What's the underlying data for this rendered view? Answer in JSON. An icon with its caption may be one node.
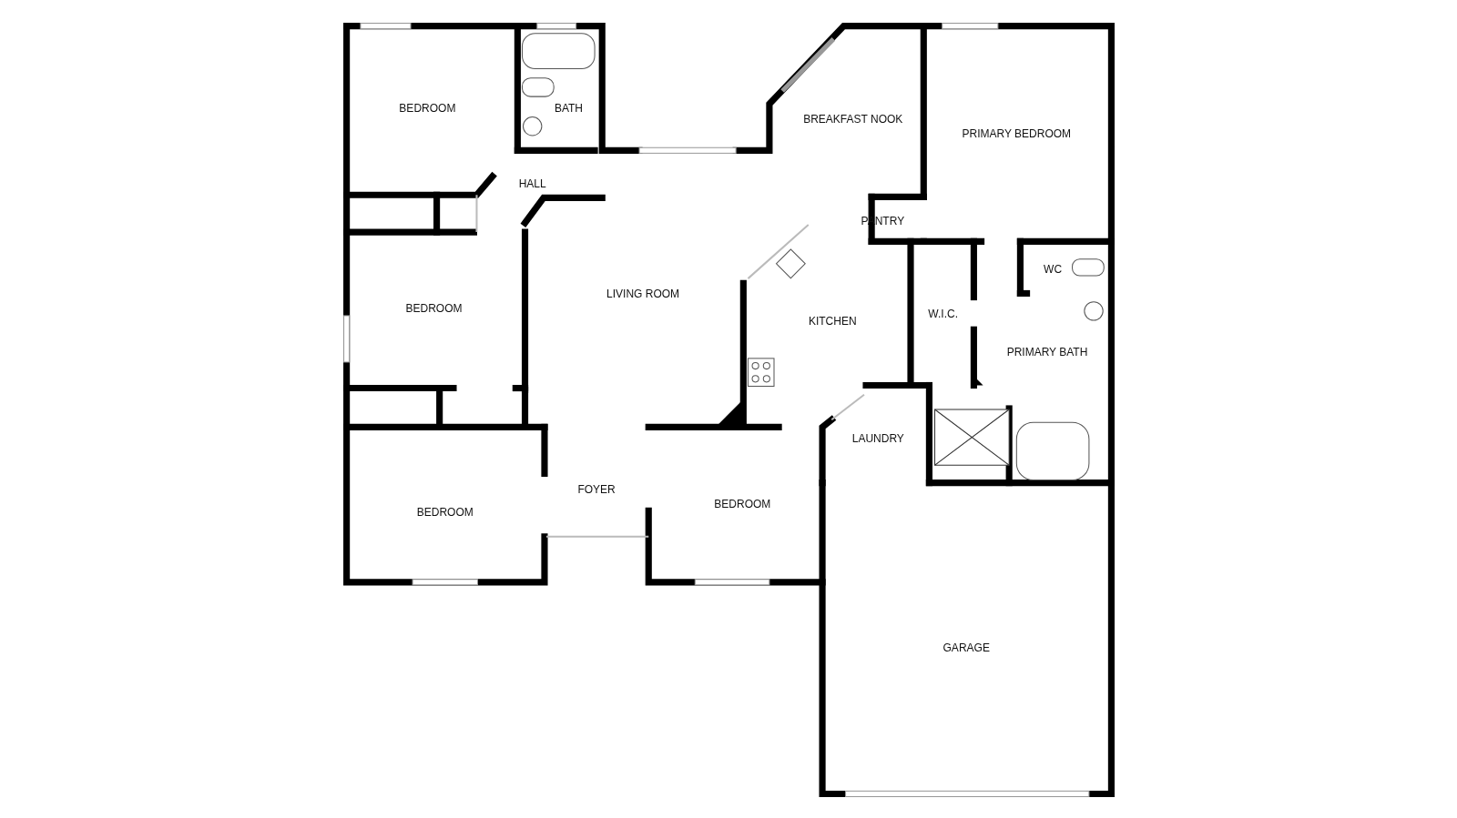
{
  "diagram": {
    "labels": [
      "BEDROOM",
      "BATH",
      "BREAKFAST NOOK",
      "PRIMARY BEDROOM",
      "HALL",
      "PANTRY",
      "WC",
      "LIVING ROOM",
      "BEDROOM",
      "W.I.C.",
      "KITCHEN",
      "PRIMARY BATH",
      "LAUNDRY",
      "FOYER",
      "BEDROOM",
      "BEDROOM",
      "GARAGE"
    ]
  }
}
